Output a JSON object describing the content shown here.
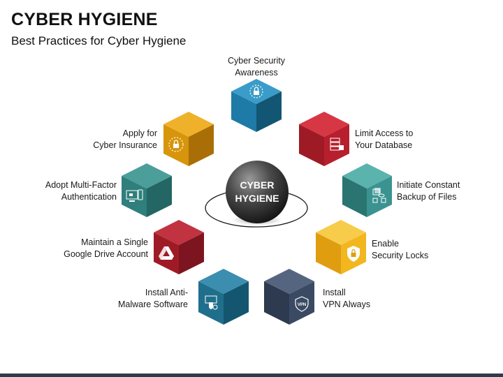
{
  "header": {
    "title": "CYBER HYGIENE",
    "subtitle": "Best Practices for Cyber Hygiene"
  },
  "center": {
    "line1": "CYBER",
    "line2": "HYGIENE"
  },
  "practices": [
    {
      "line1": "Cyber Security",
      "line2": "Awareness",
      "icon": "lock-shield-icon",
      "color": "#1e7aa6"
    },
    {
      "line1": "Limit Access to",
      "line2": "Your Database",
      "icon": "database-server-icon",
      "color": "#b71f2e"
    },
    {
      "line1": "Initiate Constant",
      "line2": "Backup of Files",
      "icon": "backup-files-icon",
      "color": "#3a9391"
    },
    {
      "line1": "Enable",
      "line2": "Security Locks",
      "icon": "shield-lock-icon",
      "color": "#f2b61e"
    },
    {
      "line1": "Install",
      "line2": "VPN Always",
      "icon": "vpn-shield-icon",
      "color": "#3b4a63"
    },
    {
      "line1": "Install Anti-",
      "line2": "Malware Software",
      "icon": "antimalware-icon",
      "color": "#1f6f8c"
    },
    {
      "line1": "Maintain a Single",
      "line2": "Google Drive Account",
      "icon": "google-drive-icon",
      "color": "#9e1b26"
    },
    {
      "line1": "Adopt Multi-Factor",
      "line2": "Authentication",
      "icon": "multifactor-auth-icon",
      "color": "#2f7f7c"
    },
    {
      "line1": "Apply for",
      "line2": "Cyber Insurance",
      "icon": "insurance-lock-icon",
      "color": "#d7950c"
    }
  ],
  "footer_bar_color": "#2e3b4c"
}
